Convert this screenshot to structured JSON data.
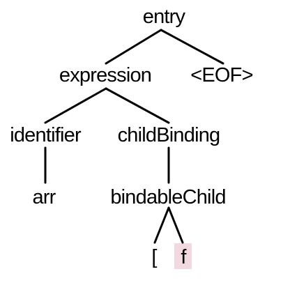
{
  "diagram": {
    "type": "parse-tree",
    "highlight_color": "#f2d9df",
    "nodes": {
      "entry": "entry",
      "expression": "expression",
      "eof": "<EOF>",
      "identifier": "identifier",
      "child_binding": "childBinding",
      "arr": "arr",
      "bindable_child": "bindableChild",
      "bracket": "[",
      "f": "f"
    },
    "edges": [
      [
        "entry",
        "expression"
      ],
      [
        "entry",
        "eof"
      ],
      [
        "expression",
        "identifier"
      ],
      [
        "expression",
        "child_binding"
      ],
      [
        "identifier",
        "arr"
      ],
      [
        "child_binding",
        "bindable_child"
      ],
      [
        "bindable_child",
        "bracket"
      ],
      [
        "bindable_child",
        "f"
      ]
    ],
    "highlighted_nodes": [
      "f"
    ]
  }
}
